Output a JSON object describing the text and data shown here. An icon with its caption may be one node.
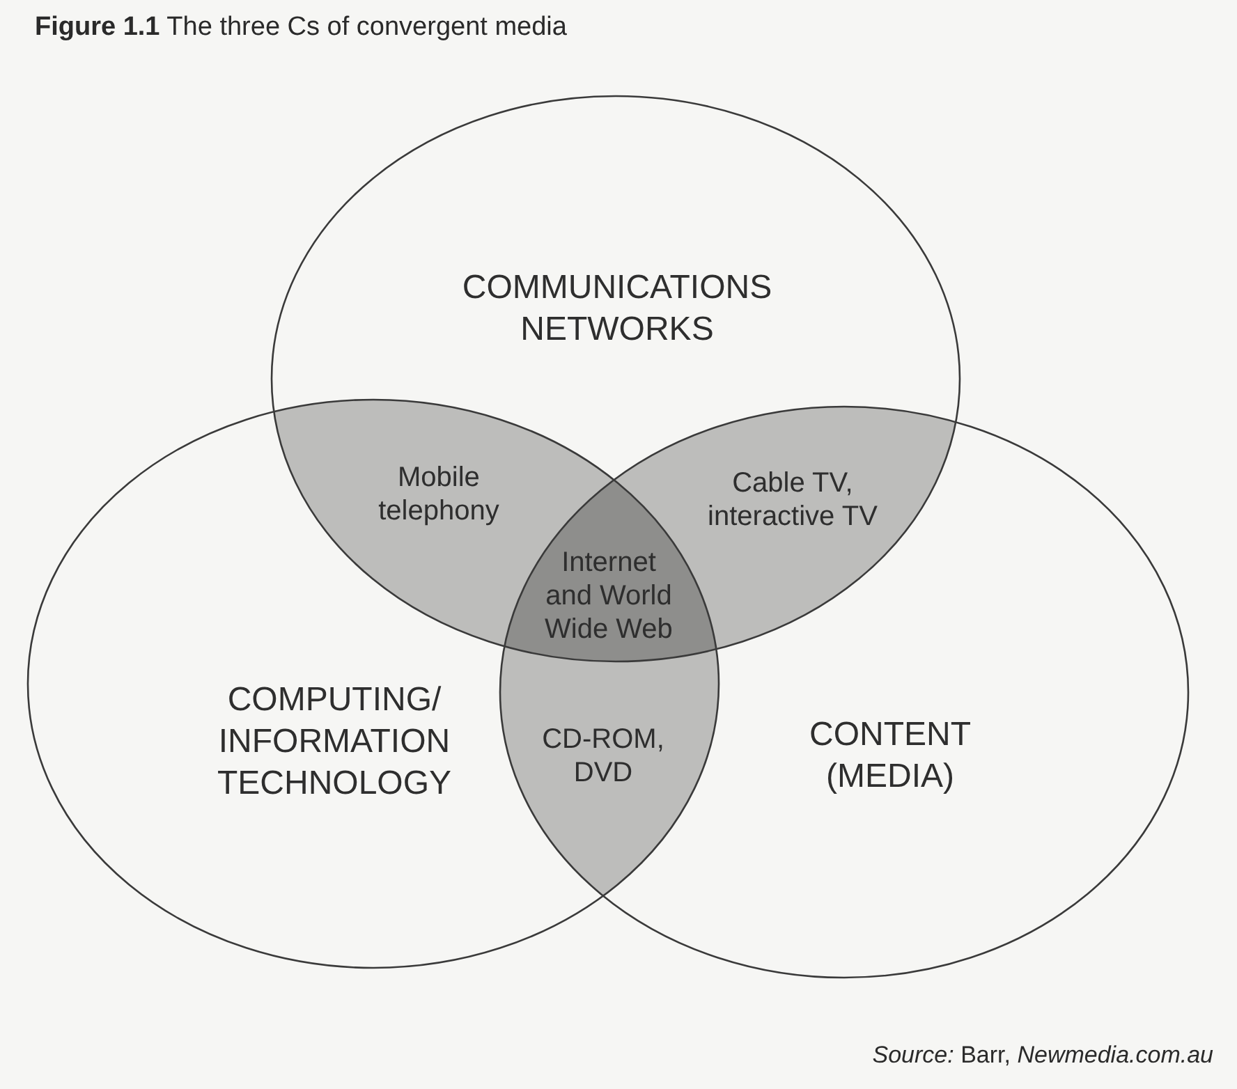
{
  "diagram": {
    "title": "**Figure 1.1** The three Cs of convergent media",
    "nodes": [
      {
        "text": [
          "COMMUNICATIONS NETWORKS"
        ]
      },
      {
        "text": [
          "Mobile telephony"
        ]
      },
      {
        "text": [
          "Cable TV, interactive TV"
        ]
      },
      {
        "text": [
          "Internet and World Wide Web"
        ]
      },
      {
        "text": [
          "COMPUTING/ INFORMATION TECHNOLOGY"
        ]
      },
      {
        "text": [
          "CD-ROM, DVD"
        ]
      },
      {
        "text": [
          "CONTENT (MEDIA)"
        ]
      }
    ],
    "labels": [
      "*Source:* Barr, *Newmedia.com.au*"
    ]
  }
}
